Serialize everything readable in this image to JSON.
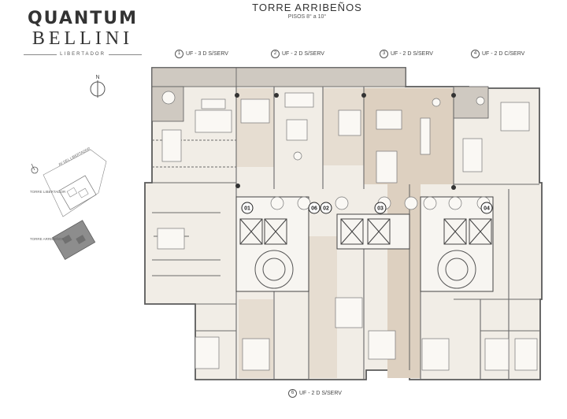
{
  "logo": {
    "line1": "QUANTUM",
    "line2": "BELLINI",
    "line3": "LIBERTADOR"
  },
  "header": {
    "title": "TORRE ARRIBEÑOS",
    "subtitle": "PISOS 8° a 10°"
  },
  "units": [
    {
      "num": "1",
      "label": "UF - 3 D S/SERV"
    },
    {
      "num": "2",
      "label": "UF - 2 D S/SERV"
    },
    {
      "num": "3",
      "label": "UF - 2 D S/SERV"
    },
    {
      "num": "4",
      "label": "UF - 2 D C/SERV"
    },
    {
      "num": "6",
      "label": "UF - 2 D S/SERV"
    }
  ],
  "compass": {
    "north": "N"
  },
  "site_plan": {
    "street": "AV DEL LIBERTADOR",
    "tower_a": "TORRE LIBERTADOR",
    "tower_b": "TORRE ARRIBEÑOS"
  },
  "markers": [
    "01",
    "06",
    "02",
    "03",
    "04"
  ],
  "colors": {
    "line": "#5a5a5a",
    "floor": "#ece7df",
    "highlight": "#d9ccbc",
    "terrace": "#cfc9c1"
  }
}
